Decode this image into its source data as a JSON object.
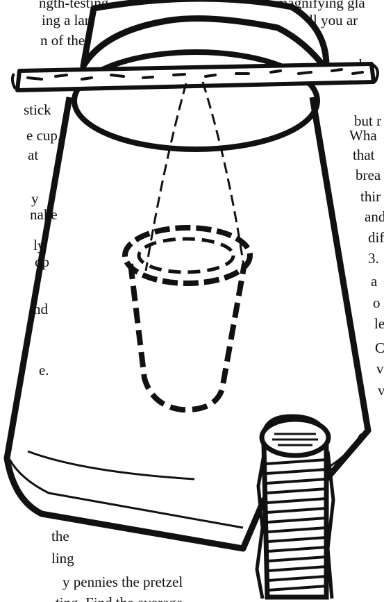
{
  "left_column": {
    "lines": [
      "ngth-testing",
      "ing a large",
      "n of the",
      "stick",
      "e cup.",
      "at",
      "y",
      "nake",
      "ly",
      "op",
      "nd",
      "e."
    ],
    "bottom_lines": [
      "the",
      "ling",
      "y pennies the pretzel",
      "ting. Find the average"
    ]
  },
  "right_column": {
    "lines": [
      "magnifying gla",
      "tell you ar",
      "b",
      "but r",
      "Wha",
      "that",
      "brea",
      "thir",
      "and",
      "dif",
      "3.",
      "a",
      "o",
      "le",
      "C",
      "v",
      "v"
    ]
  },
  "colors": {
    "ink": "#111111",
    "paper": "#ffffff"
  },
  "illustration": {
    "subject": "cup-hanging-from-pretzel-stick-with-penny-stack",
    "icons": [
      "cup-icon",
      "pretzel-stick-icon",
      "string-icon",
      "small-cup-icon",
      "penny-stack-icon"
    ]
  }
}
